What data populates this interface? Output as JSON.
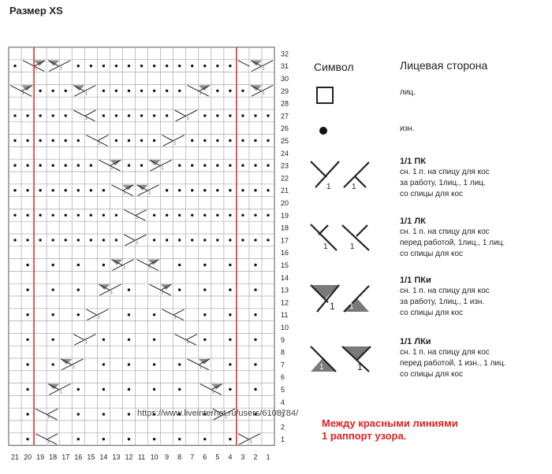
{
  "page_title": "Размер XS",
  "chart": {
    "columns": 21,
    "rows": 32,
    "column_labels": [
      "21",
      "20",
      "19",
      "18",
      "17",
      "16",
      "15",
      "14",
      "13",
      "12",
      "11",
      "10",
      "9",
      "8",
      "7",
      "6",
      "5",
      "4",
      "3",
      "2",
      "1"
    ],
    "row_labels": [
      "1",
      "2",
      "3",
      "4",
      "5",
      "6",
      "7",
      "8",
      "9",
      "10",
      "11",
      "12",
      "13",
      "14",
      "15",
      "16",
      "17",
      "18",
      "19",
      "20",
      "21",
      "22",
      "23",
      "24",
      "25",
      "26",
      "27",
      "28",
      "29",
      "30",
      "31",
      "32"
    ],
    "repeat_columns": [
      4,
      19
    ],
    "repeat_line_color": "#e03030"
  },
  "legend": {
    "symbol_header": "Символ",
    "side_header": "Лицевая сторона",
    "items": [
      {
        "icon": "knit-square",
        "title": "",
        "desc": "лиц."
      },
      {
        "icon": "purl-dot",
        "title": "",
        "desc": "изн."
      },
      {
        "icon": "right-cross-knit",
        "title": "1/1 ПК",
        "desc": "сн. 1 п. на спицу для кос\nза работу, 1лиц., 1 лиц.\nсо спицы для кос",
        "num": "1"
      },
      {
        "icon": "left-cross-knit",
        "title": "1/1 ЛК",
        "desc": "сн. 1 п. на спицу для кос\nперед работой, 1лиц., 1 лиц.\nсо спицы для кос",
        "num": "1"
      },
      {
        "icon": "right-cross-purl",
        "title": "1/1 ПКи",
        "desc": "сн. 1 п. на спицу для кос\nза работу, 1лиц., 1 изн.\nсо спицы для кос",
        "num": "1"
      },
      {
        "icon": "left-cross-purl",
        "title": "1/1 ЛКи",
        "desc": "сн. 1 п. на спицу для кос\nперед работой, 1 изн., 1 лиц.\nсо спицы для кос",
        "num": "1"
      }
    ]
  },
  "source_url": "https://www.liveinternet.ru/users/6108784/",
  "note": [
    "Между красными линиями",
    "1 раппорт узора."
  ]
}
